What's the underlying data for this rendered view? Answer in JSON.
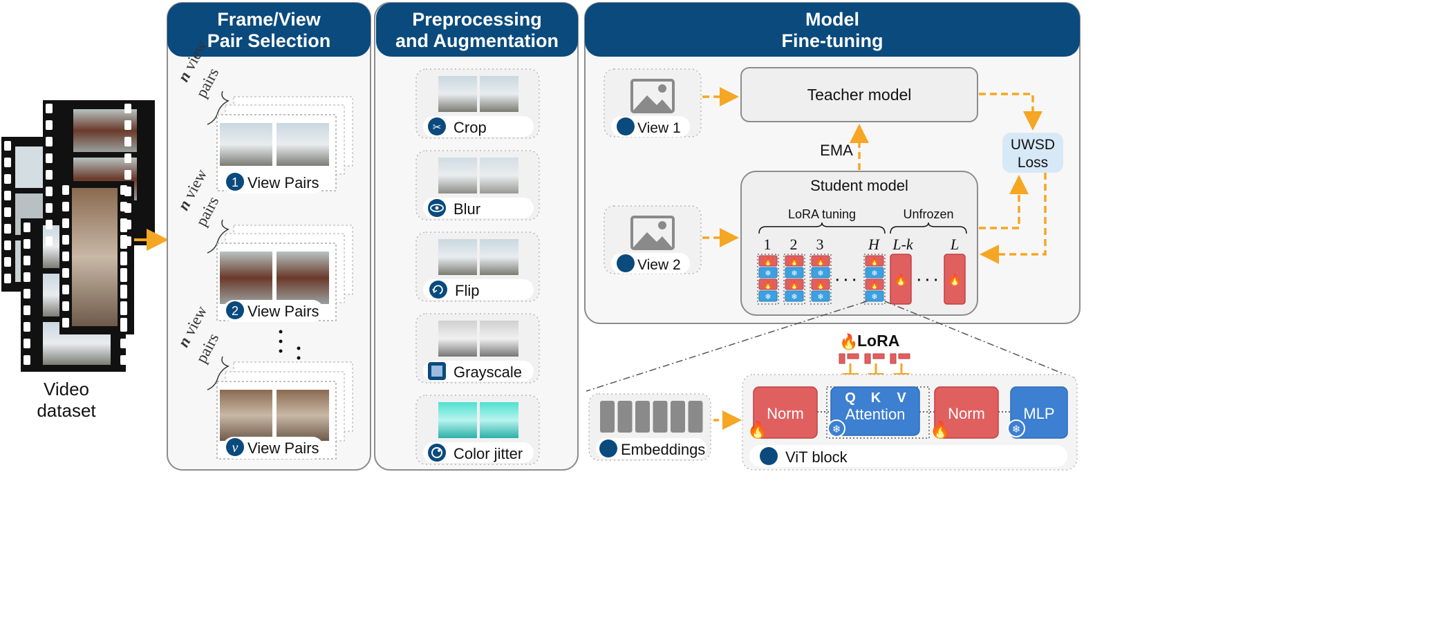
{
  "video": {
    "label_line1": "Video",
    "label_line2": "dataset"
  },
  "panel1": {
    "header_line1": "Frame/View",
    "header_line2": "Pair Selection",
    "groups": [
      {
        "badge": "1",
        "label": "View Pairs",
        "pairs_n": "n",
        "pairs_word1": "view",
        "pairs_word2": "pairs"
      },
      {
        "badge": "2",
        "label": "View Pairs",
        "pairs_n": "n",
        "pairs_word1": "view",
        "pairs_word2": "pairs"
      },
      {
        "badge": "v",
        "label": "View Pairs",
        "pairs_n": "n",
        "pairs_word1": "view",
        "pairs_word2": "pairs"
      }
    ]
  },
  "panel2": {
    "header_line1": "Preprocessing",
    "header_line2": "and Augmentation",
    "augs": [
      {
        "label": "Crop",
        "icon": "scissors-icon"
      },
      {
        "label": "Blur",
        "icon": "eye-icon"
      },
      {
        "label": "Flip",
        "icon": "flip-icon"
      },
      {
        "label": "Grayscale",
        "icon": "grayscale-icon"
      },
      {
        "label": "Color jitter",
        "icon": "palette-icon"
      }
    ]
  },
  "panel3": {
    "header_line1": "Model",
    "header_line2": "Fine-tuning",
    "view1": "View 1",
    "view2": "View 2",
    "teacher": "Teacher model",
    "student": "Student model",
    "ema": "EMA",
    "loss_line1": "UWSD",
    "loss_line2": "Loss",
    "lora_tuning": "LoRA tuning",
    "unfrozen": "Unfrozen",
    "layers": [
      "1",
      "2",
      "3",
      "H",
      "L-k",
      "L"
    ],
    "dots": "· · ·"
  },
  "vit": {
    "lora": "LoRA",
    "embeddings": "Embeddings",
    "norm1": "Norm",
    "attention": "Attention",
    "q": "Q",
    "k": "K",
    "v": "V",
    "norm2": "Norm",
    "mlp": "MLP",
    "block": "ViT block"
  },
  "colors": {
    "navy": "#0a4a7d",
    "orange": "#f5a623",
    "red": "#e06060",
    "blue": "#3d7fd1",
    "light_blue": "#d7e9f7",
    "panel_bg": "#f7f7f7"
  }
}
